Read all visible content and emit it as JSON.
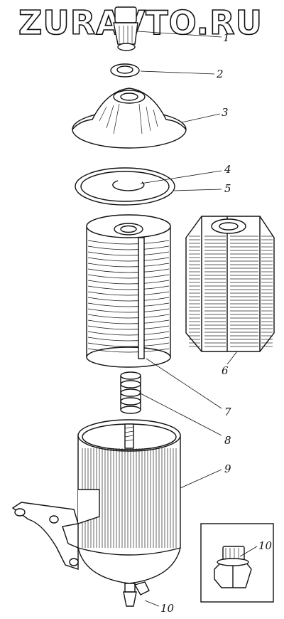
{
  "watermark": "ZURAVTO.RU",
  "callouts": [
    "1",
    "2",
    "3",
    "4",
    "5",
    "6",
    "7",
    "8",
    "9",
    "10",
    "10"
  ],
  "colors": {
    "ink": "#111111",
    "paper": "#ffffff"
  }
}
